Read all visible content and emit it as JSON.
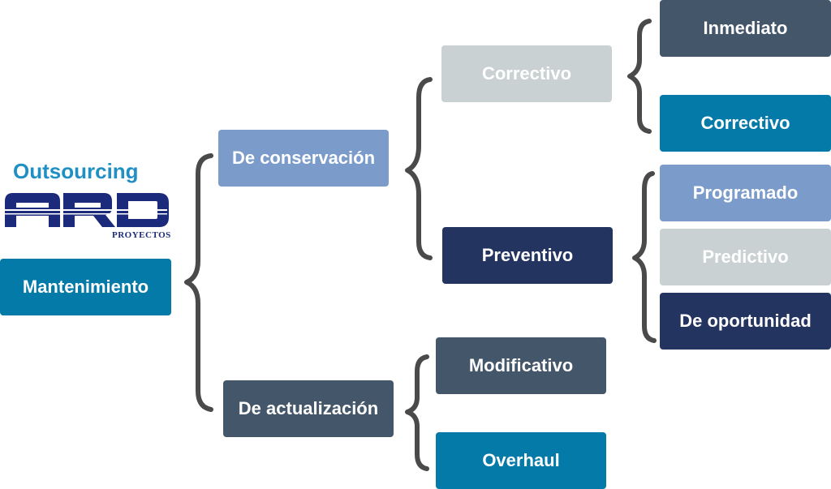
{
  "logo": {
    "title": "Outsourcing",
    "mark": "ARD",
    "subtitle": "PROYECTOS"
  },
  "tree": {
    "root": "Mantenimiento",
    "conservacion": {
      "label": "De conservación",
      "correctivo": {
        "label": "Correctivo",
        "children": [
          "Inmediato",
          "Correctivo"
        ]
      },
      "preventivo": {
        "label": "Preventivo",
        "children": [
          "Programado",
          "Predictivo",
          "De oportunidad"
        ]
      }
    },
    "actualizacion": {
      "label": "De actualización",
      "children": [
        "Modificativo",
        "Overhaul"
      ]
    }
  },
  "colors": {
    "slate": "#44566a",
    "teal": "#047aa8",
    "periwinkle": "#7b9bcb",
    "silver": "#c9d1d2",
    "navy": "#243460",
    "bracket": "#4a4a4a",
    "logo_blue": "#1f8fc4",
    "logo_navy": "#1b2a7a"
  }
}
